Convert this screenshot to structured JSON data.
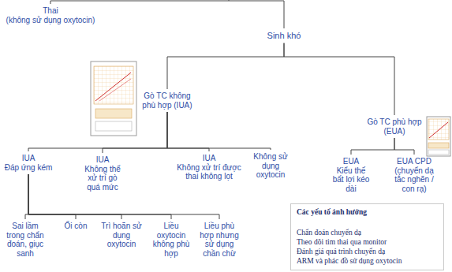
{
  "diagram": {
    "nodes": [
      {
        "text": [
          "Thai",
          "(không sử dụng oxytocin)"
        ]
      },
      {
        "text": [
          "Sinh khó"
        ]
      },
      {
        "text": [
          "Gò TC không phù hợp (IUA)"
        ]
      },
      {
        "text": [
          "Gò TC phù hợp (EUA)"
        ]
      },
      {
        "text": [
          "IUA",
          "Đáp ứng kém"
        ]
      },
      {
        "text": [
          "IUA",
          "Không thể xử trí gò quá mức"
        ]
      },
      {
        "text": [
          "IUA",
          "Không xử trí được thai không lọt"
        ]
      },
      {
        "text": [
          "Không sử dụng oxytocin"
        ]
      },
      {
        "text": [
          "EUA",
          "Kiểu thế bất lợi kéo dài"
        ]
      },
      {
        "text": [
          "EUA CPD",
          "(chuyển dạ tắc nghẽn / con rạ)"
        ]
      },
      {
        "text": [
          "Sai lầm trong chẩn đoán, giục sanh"
        ]
      },
      {
        "text": [
          "Ối còn"
        ]
      },
      {
        "text": [
          "Trì hoãn sử dụng oxytocin"
        ]
      },
      {
        "text": [
          "Liều oxytocin không phù hợp"
        ]
      },
      {
        "text": [
          "Liều phù hợp nhưng sử dụng chần chừ"
        ]
      },
      {
        "text": [
          "Các yếu tố ảnh hưởng",
          "Chẩn đoán chuyển dạ",
          "Theo dõi tim thai qua monitor",
          "Đánh giá quá trình chuyển dạ",
          "ARM và phác đồ sử dụng oxytocin"
        ]
      }
    ],
    "edges": [
      {
        "from": 1,
        "to": 2,
        "arrow": "none"
      },
      {
        "from": 1,
        "to": 3,
        "arrow": "none"
      },
      {
        "from": 2,
        "to": 4,
        "arrow": "none"
      },
      {
        "from": 2,
        "to": 5,
        "arrow": "none"
      },
      {
        "from": 2,
        "to": 6,
        "arrow": "none"
      },
      {
        "from": 2,
        "to": 7,
        "arrow": "none"
      },
      {
        "from": 3,
        "to": 8,
        "arrow": "none"
      },
      {
        "from": 3,
        "to": 9,
        "arrow": "none"
      },
      {
        "from": 4,
        "to": 10,
        "arrow": "none"
      },
      {
        "from": 4,
        "to": 11,
        "arrow": "none"
      },
      {
        "from": 4,
        "to": 12,
        "arrow": "none"
      },
      {
        "from": 4,
        "to": 13,
        "arrow": "none"
      },
      {
        "from": 4,
        "to": 14,
        "arrow": "none"
      }
    ]
  }
}
